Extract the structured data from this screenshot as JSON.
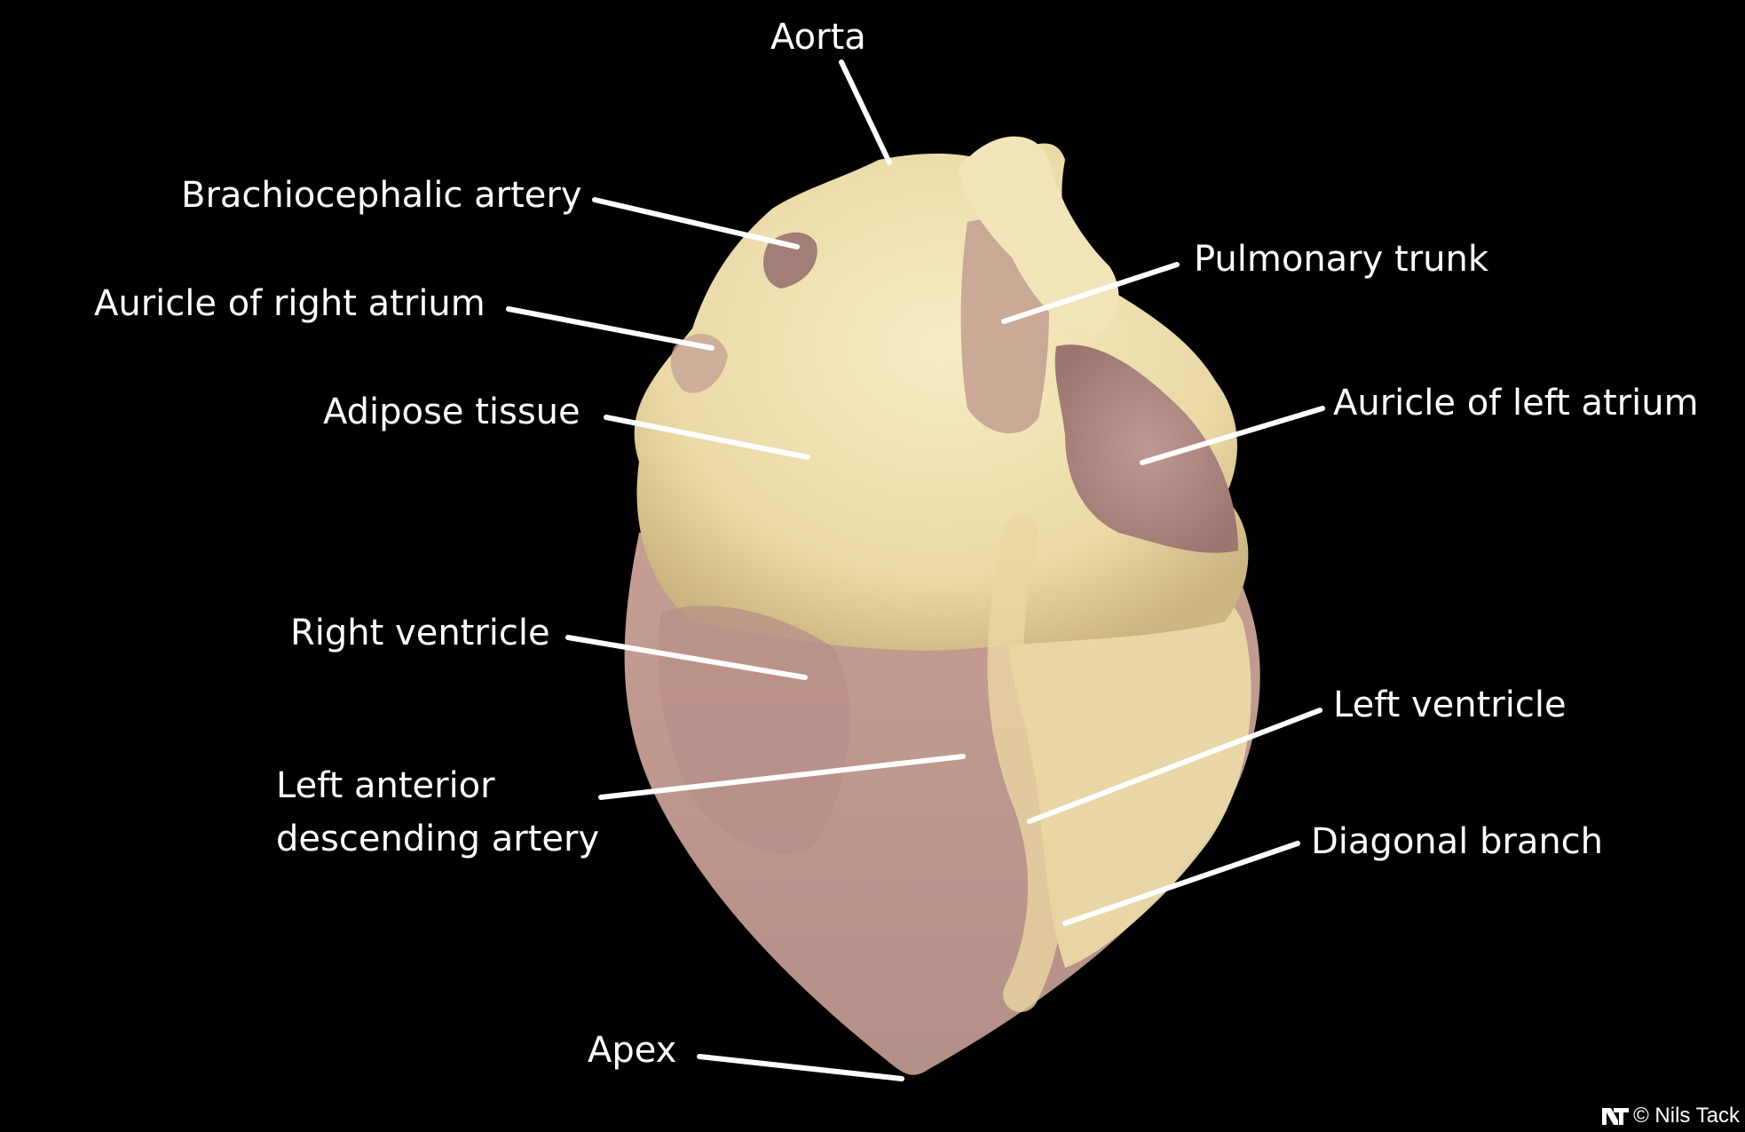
{
  "labels": {
    "aorta": "Aorta",
    "brachiocephalic_artery": "Brachiocephalic artery",
    "auricle_right_atrium": "Auricle of right atrium",
    "adipose_tissue": "Adipose tissue",
    "right_ventricle": "Right ventricle",
    "left_anterior_descending_line1": "Left anterior",
    "left_anterior_descending_line2": "descending artery",
    "pulmonary_trunk": "Pulmonary trunk",
    "auricle_left_atrium": "Auricle of left atrium",
    "left_ventricle": "Left ventricle",
    "diagonal_branch": "Diagonal branch",
    "apex": "Apex"
  },
  "credit": {
    "text": "© Nils Tack",
    "logo_letters": "NT"
  },
  "colors": {
    "background": "#000000",
    "label_text": "#ffffff",
    "leader_line": "#ffffff",
    "adipose": "#efe2b4",
    "muscle": "#b18a85",
    "muscle_dark": "#9e7873"
  },
  "image": {
    "subject": "dissected heart specimen, anterior view"
  }
}
